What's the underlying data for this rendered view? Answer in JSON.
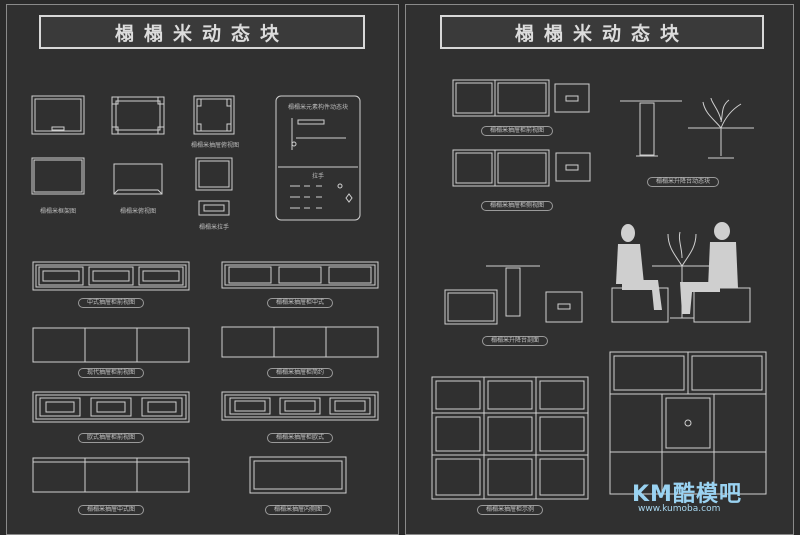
{
  "sheets": {
    "left_title": "榻榻米动态块",
    "right_title": "榻榻米动态块"
  },
  "labels": {
    "l_plan_view": "榻榻米框架图",
    "l_top_view": "榻榻米俯视图",
    "l_front_view": "榻榻米抽屉俯视图",
    "l_handle": "榻榻米拉手",
    "l_dyn_block_title": "榻榻米元素构件动态块",
    "l_handle_cn": "拉手",
    "l_cn_style_front": "中式抽屉柜前视图",
    "l_cn_style_alt": "榻榻米抽屉柜中式",
    "l_modern_front": "现代抽屉柜前视图",
    "l_modern_alt": "榻榻米抽屉柜简约",
    "l_eu_front": "欧式抽屉柜前视图",
    "l_eu_alt": "榻榻米抽屉柜欧式",
    "l_cn_inner": "榻榻米抽屉中式图",
    "l_inner": "榻榻米抽屉内侧图",
    "r_drawer_front": "榻榻米抽屉柜前视图",
    "r_drawer_front2": "榻榻米抽屉柜侧视图",
    "r_lift": "榻榻米升降台动态块",
    "r_lift_side": "榻榻米升降台剖面",
    "r_cabinet": "榻榻米抽屉柜示例"
  },
  "watermark": {
    "brand": "KM酷模吧",
    "url": "www.kumoba.com"
  },
  "colors": {
    "line": "#cfcfcf",
    "sheet": "#303030",
    "accent": "#9ad3f2"
  }
}
